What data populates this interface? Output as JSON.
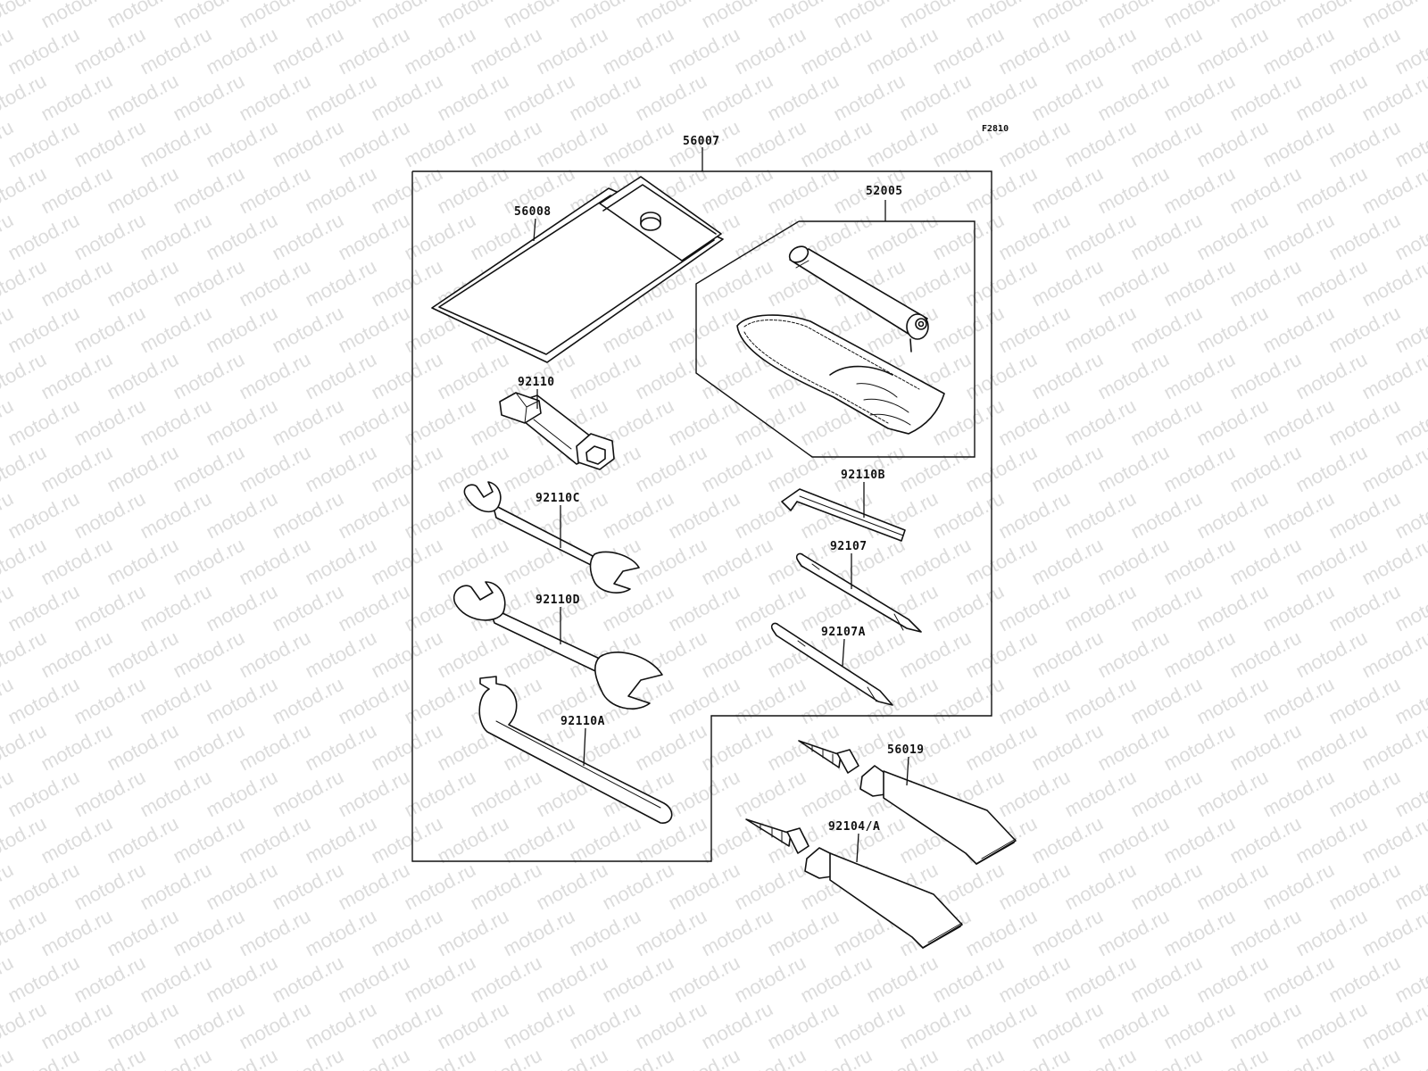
{
  "watermark": "motod.ru",
  "figure_code": "F2810",
  "callouts": {
    "kit": "56007",
    "tool_bag": "56008",
    "tire_repair": "52005",
    "plug_wrench": "92110",
    "wrench_c": "92110C",
    "wrench_d": "92110D",
    "hook_wrench": "92110A",
    "hex_key": "92110B",
    "driver": "92107",
    "driver_a": "92107A",
    "grease_tube": "56019",
    "grease_tube_2": "92104/A"
  }
}
